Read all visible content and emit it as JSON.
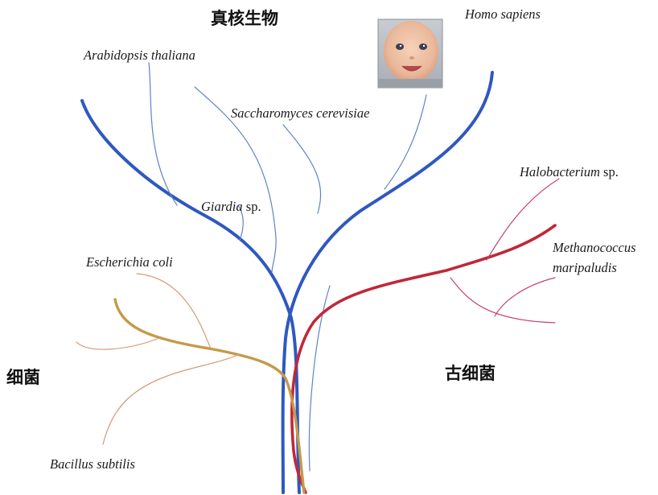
{
  "domains": {
    "eukaryotes": "真核生物",
    "bacteria": "细菌",
    "archaea": "古细菌"
  },
  "species": {
    "arabidopsis": "Arabidopsis thaliana",
    "saccharomyces": "Saccharomyces cerevisiae",
    "homo": "Homo sapiens",
    "giardia_genus": "Giardia",
    "giardia_suffix": " sp.",
    "halobacterium_genus": "Halobacterium",
    "halobacterium_suffix": " sp.",
    "methanococcus_line1": "Methanococcus",
    "methanococcus_line2": "maripaludis",
    "ecoli": "Escherichia coli",
    "bacillus": "Bacillus subtilis"
  },
  "colors": {
    "eukaryote_branch": "#2f58c0",
    "eukaryote_twig": "#5f82c8",
    "archaea_branch": "#c0283a",
    "archaea_twig": "#c4446a",
    "bacteria_branch": "#c49a4a",
    "bacteria_twig": "#d49a78"
  },
  "photo": {
    "caption_icon": "baby-face-photo"
  }
}
